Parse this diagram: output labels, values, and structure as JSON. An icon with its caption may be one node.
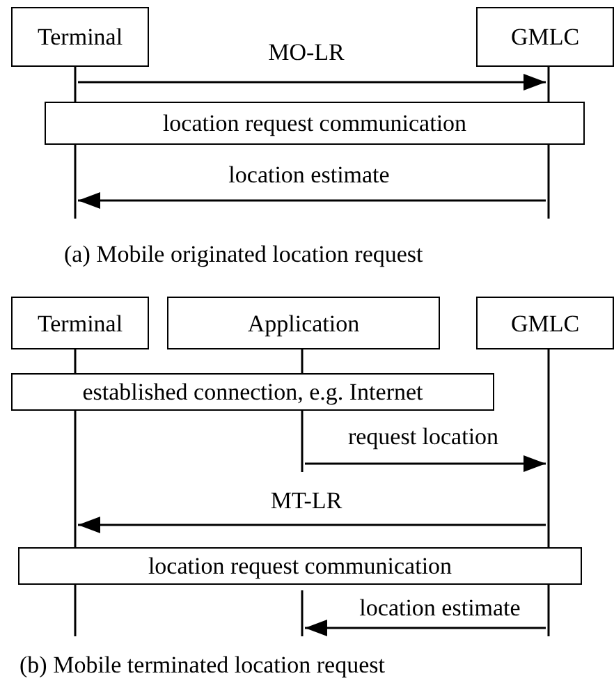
{
  "diagram": {
    "nodes": [
      {
        "text": [
          "Terminal"
        ]
      },
      {
        "text": [
          "GMLC"
        ]
      },
      {
        "text": [],
        "shape": "line"
      },
      {
        "text": [],
        "shape": "line"
      },
      {
        "text": [
          "location request communication"
        ]
      },
      {
        "text": [
          "Terminal"
        ]
      },
      {
        "text": [
          "Application"
        ]
      },
      {
        "text": [
          "GMLC"
        ]
      },
      {
        "text": [],
        "shape": "line"
      },
      {
        "text": [],
        "shape": "line"
      },
      {
        "text": [],
        "shape": "line"
      },
      {
        "text": [
          "established connection, e.g. Internet"
        ]
      },
      {
        "text": [
          "location request communication"
        ]
      }
    ],
    "edges": [
      {
        "from": 2,
        "to": 3,
        "arrow": "to",
        "label": "MO-LR"
      },
      {
        "from": 3,
        "to": 2,
        "arrow": "to",
        "label": "location estimate"
      },
      {
        "from": 9,
        "to": 10,
        "arrow": "to",
        "label": "request location"
      },
      {
        "from": 10,
        "to": 8,
        "arrow": "to",
        "label": "MT-LR"
      },
      {
        "from": 10,
        "to": 9,
        "arrow": "to",
        "label": "location estimate"
      }
    ],
    "labels": [
      "(a) Mobile originated location request",
      "(b) Mobile terminated location request"
    ]
  }
}
